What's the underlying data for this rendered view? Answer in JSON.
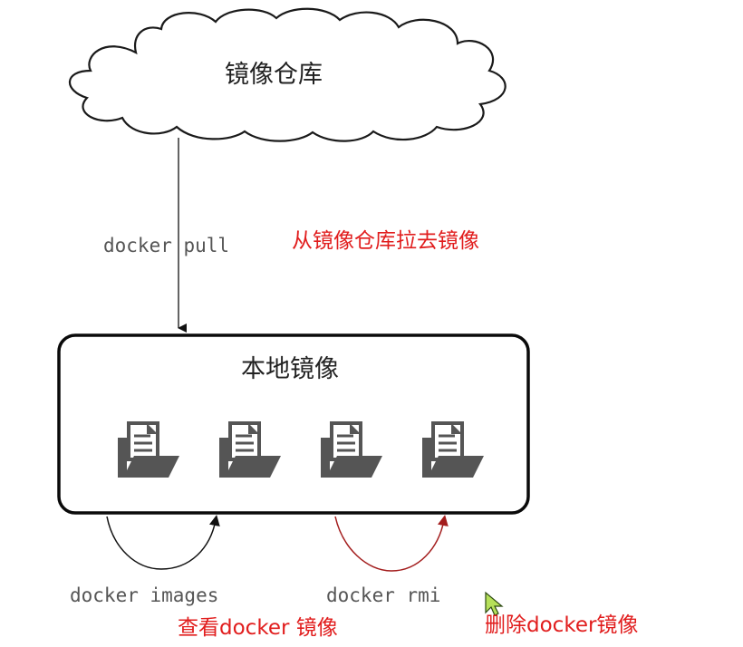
{
  "registry": {
    "title": "镜像仓库"
  },
  "pull": {
    "command": "docker pull",
    "annotation": "从镜像仓库拉去镜像"
  },
  "local": {
    "title": "本地镜像",
    "images": [
      {
        "icon": "folder-document-icon"
      },
      {
        "icon": "folder-document-icon"
      },
      {
        "icon": "folder-document-icon"
      },
      {
        "icon": "folder-document-icon"
      }
    ]
  },
  "images_cmd": {
    "command": "docker images",
    "annotation": "查看docker 镜像"
  },
  "rmi_cmd": {
    "command": "docker rmi",
    "annotation": "删除docker镜像"
  },
  "colors": {
    "annotation": "#e11d1d",
    "rmi_arrow": "#a31d1d",
    "icon": "#555555"
  }
}
